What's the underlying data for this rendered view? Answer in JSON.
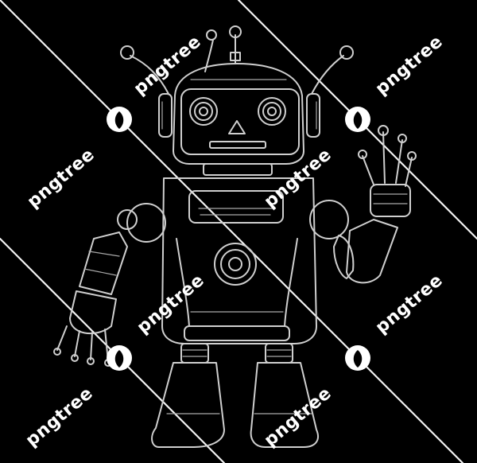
{
  "image": {
    "subject": "robot",
    "style": "line-art",
    "background_color": "#000000",
    "line_color": "#cfcfcf",
    "watermark_color": "#ffffff"
  },
  "watermark": {
    "text": "pngtree",
    "logo_icon": "pngtree-leaf-logo-icon"
  }
}
